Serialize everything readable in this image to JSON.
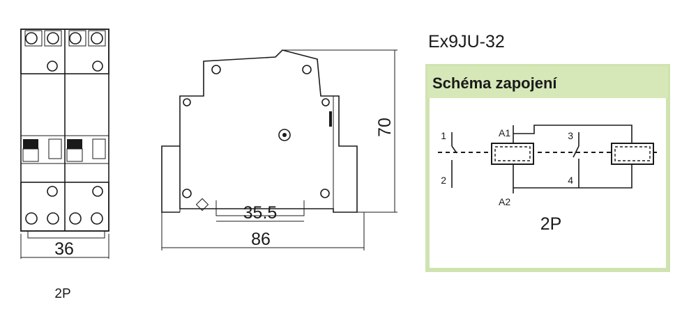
{
  "front_view": {
    "width_dim": "36",
    "label": "2P"
  },
  "side_view": {
    "height_dim": "70",
    "rail_dim": "35.5",
    "depth_dim": "86"
  },
  "product": {
    "title": "Ex9JU-32"
  },
  "schema": {
    "heading": "Schéma zapojení",
    "label_1": "1",
    "label_2": "2",
    "label_3": "3",
    "label_4": "4",
    "label_a1": "A1",
    "label_a2": "A2",
    "caption": "2P",
    "colors": {
      "panel_border": "#cfe3b0",
      "panel_header": "#d7e8b8",
      "coil_fill": "#ffffff"
    }
  }
}
